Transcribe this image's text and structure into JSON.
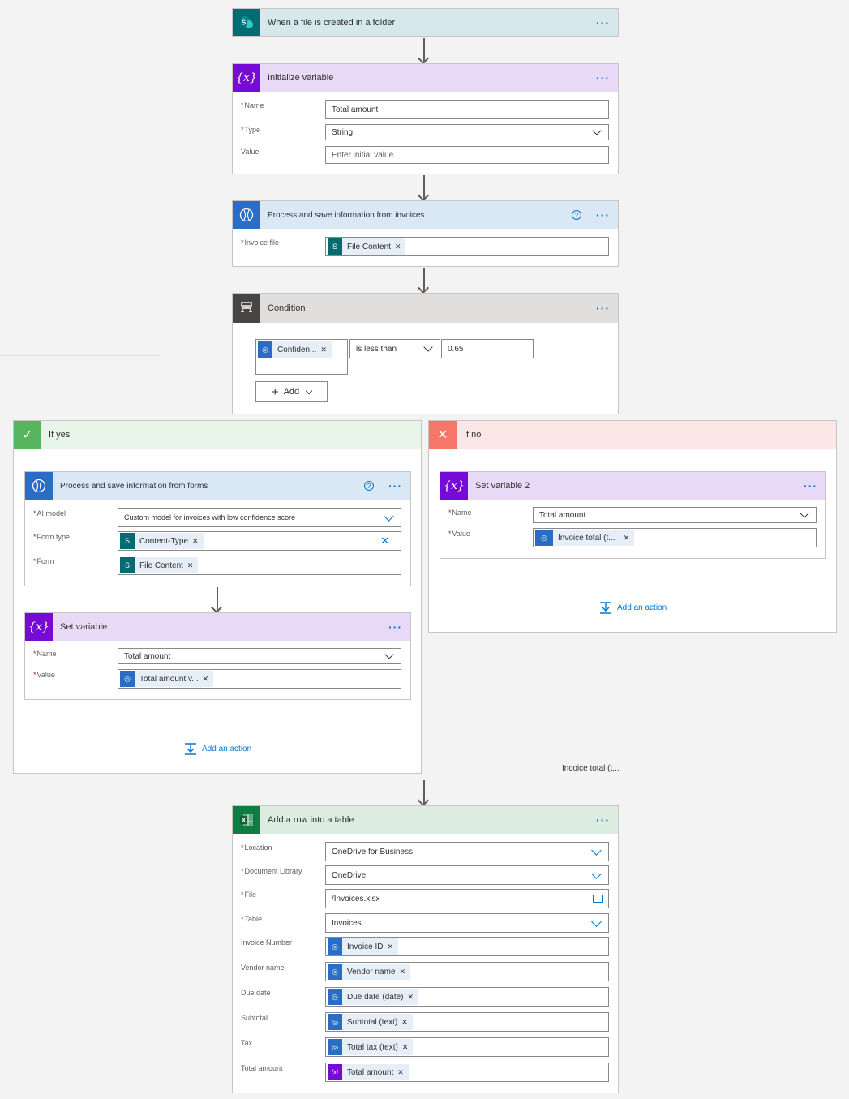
{
  "trigger": {
    "title": "When a file is created in a folder",
    "more": "···",
    "icon": "sharepoint-icon"
  },
  "init_var": {
    "title": "Initialize variable",
    "more": "···",
    "icon": "variable-icon",
    "name_label": "Name",
    "name_value": "Total amount",
    "type_label": "Type",
    "type_value": "String",
    "value_label": "Value",
    "value_placeholder": "Enter initial value"
  },
  "process_invoices": {
    "title": "Process and save information from invoices",
    "more": "···",
    "help": "?",
    "icon": "ai-builder-icon",
    "file_label": "Invoice file",
    "file_token": "File Content"
  },
  "condition": {
    "title": "Condition",
    "more": "···",
    "icon": "condition-icon",
    "token": "Confiden...",
    "operator": "is less than",
    "value": "0.65",
    "add_label": "Add"
  },
  "if_yes": {
    "title": "If yes",
    "process_forms": {
      "title": "Process and save information from forms",
      "more": "···",
      "help": "?",
      "ai_model_label": "AI model",
      "ai_model_value": "Custom model for invoices with low confidence score",
      "form_type_label": "Form type",
      "form_type_token": "Content-Type",
      "form_label": "Form",
      "form_token": "File Content"
    },
    "set_var": {
      "title": "Set variable",
      "more": "···",
      "name_label": "Name",
      "name_value": "Total amount",
      "value_label": "Value",
      "value_token": "Total amount v..."
    },
    "add_action": "Add an action"
  },
  "if_no": {
    "title": "If no",
    "set_var2": {
      "title": "Set variable 2",
      "more": "···",
      "name_label": "Name",
      "name_value": "Total amount",
      "value_label": "Value",
      "value_token": "Invoice total (t..."
    },
    "add_action": "Add an action"
  },
  "floating_label": "Incoice total (t...",
  "excel": {
    "title": "Add a row into a table",
    "more": "···",
    "icon": "excel-icon",
    "rows": [
      {
        "label": "Location",
        "required": true,
        "kind": "select",
        "value": "OneDrive for Business"
      },
      {
        "label": "Document Library",
        "required": true,
        "kind": "select",
        "value": "OneDrive"
      },
      {
        "label": "File",
        "required": true,
        "kind": "file",
        "value": "/Invoices.xlsx"
      },
      {
        "label": "Table",
        "required": true,
        "kind": "select",
        "value": "Invoices"
      },
      {
        "label": "Invoice Number",
        "required": false,
        "kind": "token-ai",
        "value": "Invoice ID"
      },
      {
        "label": "Vendor name",
        "required": false,
        "kind": "token-ai",
        "value": "Vendor name"
      },
      {
        "label": "Due date",
        "required": false,
        "kind": "token-ai",
        "value": "Due date (date)"
      },
      {
        "label": "Subtotal",
        "required": false,
        "kind": "token-ai",
        "value": "Subtotal (text)"
      },
      {
        "label": "Tax",
        "required": false,
        "kind": "token-ai",
        "value": "Total tax (text)"
      },
      {
        "label": "Total amount",
        "required": false,
        "kind": "token-var",
        "value": "Total amount"
      }
    ]
  },
  "colors": {
    "sharepoint": "#036c70",
    "variable": "#770bd6",
    "ai": "#2b6cc4",
    "condition": "#484644",
    "excel": "#107c41",
    "yes": "#57b45f",
    "no": "#f47769",
    "link": "#0078d4"
  }
}
